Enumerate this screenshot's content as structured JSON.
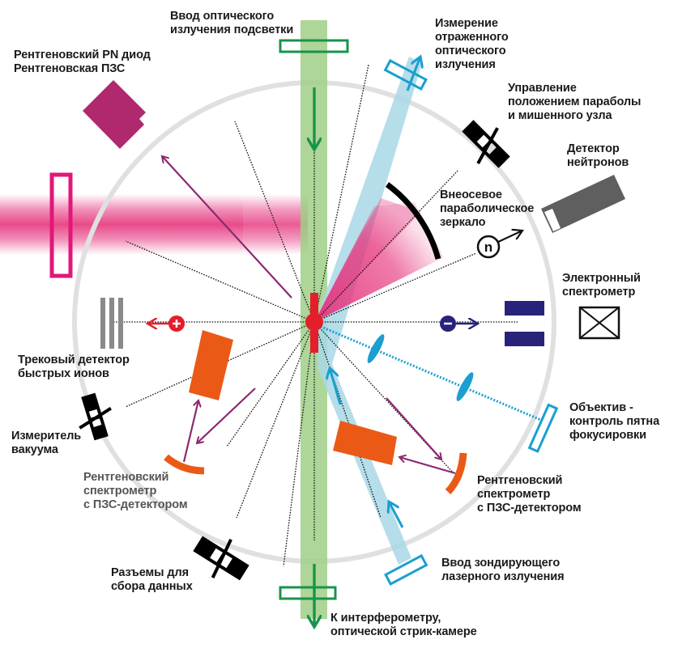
{
  "diagram": {
    "title": "",
    "colors": {
      "chamber": "#e0e0e0",
      "probe_beam_green": "#9fcf86",
      "green_optics": "#17944a",
      "blue_beam": "#a8d8e6",
      "blue_optics": "#1a9fd0",
      "pink_laser": "#e6367e",
      "magenta_detector": "#b0286e",
      "orange_spectrometer": "#ea5a16",
      "target_red": "#e41e2a",
      "electron_navy": "#28237a",
      "arrow_purple": "#8b2a6e",
      "neutron_detector": "#5f5f5f",
      "track_detector": "#8a8a8a"
    },
    "labels": {
      "illumination_input": "Ввод оптического\nизлучения подсветки",
      "xray_pn_diode": "Рентгеновский PN диод\nРентгеновская ПЗС",
      "reflected_measurement": "Измерение\nотраженного\nоптического\nизлучения",
      "parabola_control": "Управление\nположением параболы\nи мишенного узла",
      "neutron_detector": "Детектор\nнейтронов",
      "off_axis_mirror": "Внеосевое\nпараболическое\nзеркало",
      "electron_spectrometer": "Электронный\nспектрометр",
      "track_detector": "Трековый детектор\nбыстрых ионов",
      "vacuum_gauge": "Измеритель\nвакуума",
      "xray_spectrometer_left": "Рентгеновский\nспектрометр\nс ПЗС-детектором",
      "objective": "Объектив -\nконтроль пятна\nфокусировки",
      "xray_spectrometer_right": "Рентгеновский\nспектрометр\nс ПЗС-детектором",
      "data_connectors": "Разъемы для\nсбора данных",
      "probe_laser_input": "Ввод зондирующего\nлазерного излучения",
      "to_interferometer": "К интерферометру,\nоптической стрик-камере"
    },
    "symbols": {
      "neutron": "n",
      "positive_ion": "+",
      "electron": "−"
    }
  }
}
